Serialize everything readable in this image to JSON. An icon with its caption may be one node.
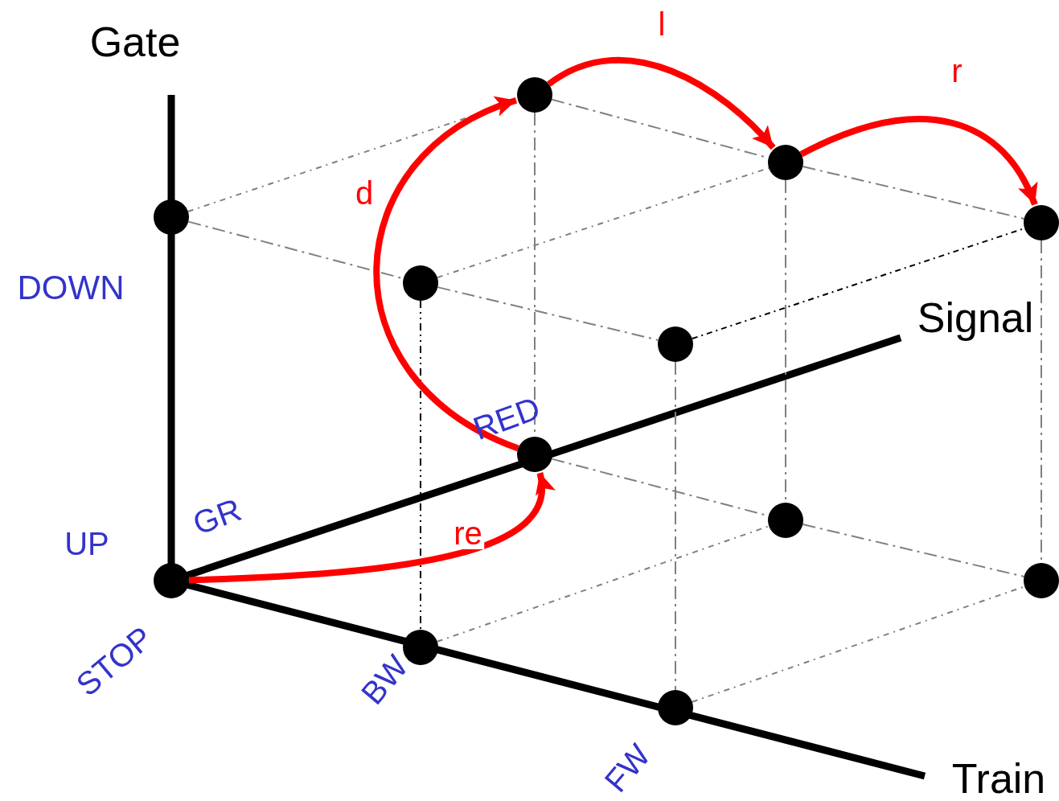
{
  "diagram": {
    "nodes": [
      {
        "text": [],
        "shape": "circle"
      },
      {
        "text": [],
        "shape": "circle"
      },
      {
        "text": [],
        "shape": "circle"
      },
      {
        "text": [],
        "shape": "circle"
      },
      {
        "text": [],
        "shape": "circle"
      },
      {
        "text": [],
        "shape": "circle"
      },
      {
        "text": [],
        "shape": "circle"
      },
      {
        "text": [],
        "shape": "circle"
      },
      {
        "text": [],
        "shape": "circle"
      },
      {
        "text": [],
        "shape": "circle"
      },
      {
        "text": [],
        "shape": "circle"
      },
      {
        "text": [],
        "shape": "circle"
      }
    ],
    "edges": [
      {
        "from": 0,
        "to": 2,
        "arrow": "none",
        "style": "dashed"
      },
      {
        "from": 2,
        "to": 6,
        "arrow": "none",
        "style": "dashed"
      },
      {
        "from": 0,
        "to": 4,
        "arrow": "none",
        "style": "dashed"
      },
      {
        "from": 2,
        "to": 8,
        "arrow": "none",
        "style": "dashed"
      },
      {
        "from": 6,
        "to": 10,
        "arrow": "none",
        "style": "dashed",
        "color": "#000000"
      },
      {
        "from": 4,
        "to": 8,
        "arrow": "none",
        "style": "dashed"
      },
      {
        "from": 8,
        "to": 10,
        "arrow": "none",
        "style": "dashed"
      },
      {
        "from": 2,
        "to": 3,
        "arrow": "none",
        "style": "dashed",
        "color": "#000000"
      },
      {
        "from": 4,
        "to": 5,
        "arrow": "none",
        "style": "dashed"
      },
      {
        "from": 6,
        "to": 7,
        "arrow": "none",
        "style": "dashed"
      },
      {
        "from": 8,
        "to": 9,
        "arrow": "none",
        "style": "dashed"
      },
      {
        "from": 10,
        "to": 11,
        "arrow": "none",
        "style": "dashed"
      },
      {
        "from": 5,
        "to": 9,
        "arrow": "none",
        "style": "dashed"
      },
      {
        "from": 9,
        "to": 11,
        "arrow": "none",
        "style": "dashed"
      },
      {
        "from": 3,
        "to": 9,
        "arrow": "none",
        "style": "dashed"
      },
      {
        "from": 7,
        "to": 11,
        "arrow": "none",
        "style": "dashed"
      },
      {
        "from": 1,
        "to": 5,
        "arrow": "to",
        "label": "re",
        "style": "thick",
        "color": "#ff0000"
      },
      {
        "from": 5,
        "to": 4,
        "arrow": "to",
        "label": "d",
        "style": "thick",
        "color": "#ff0000"
      },
      {
        "from": 4,
        "to": 8,
        "arrow": "to",
        "label": "l",
        "style": "thick",
        "color": "#ff0000"
      },
      {
        "from": 8,
        "to": 10,
        "arrow": "to",
        "label": "r",
        "style": "thick",
        "color": "#ff0000"
      }
    ],
    "labels": [
      "Gate",
      "DOWN",
      "Signal",
      "RED",
      "GR",
      "UP",
      "STOP",
      "BW",
      "FW",
      "Train"
    ]
  }
}
